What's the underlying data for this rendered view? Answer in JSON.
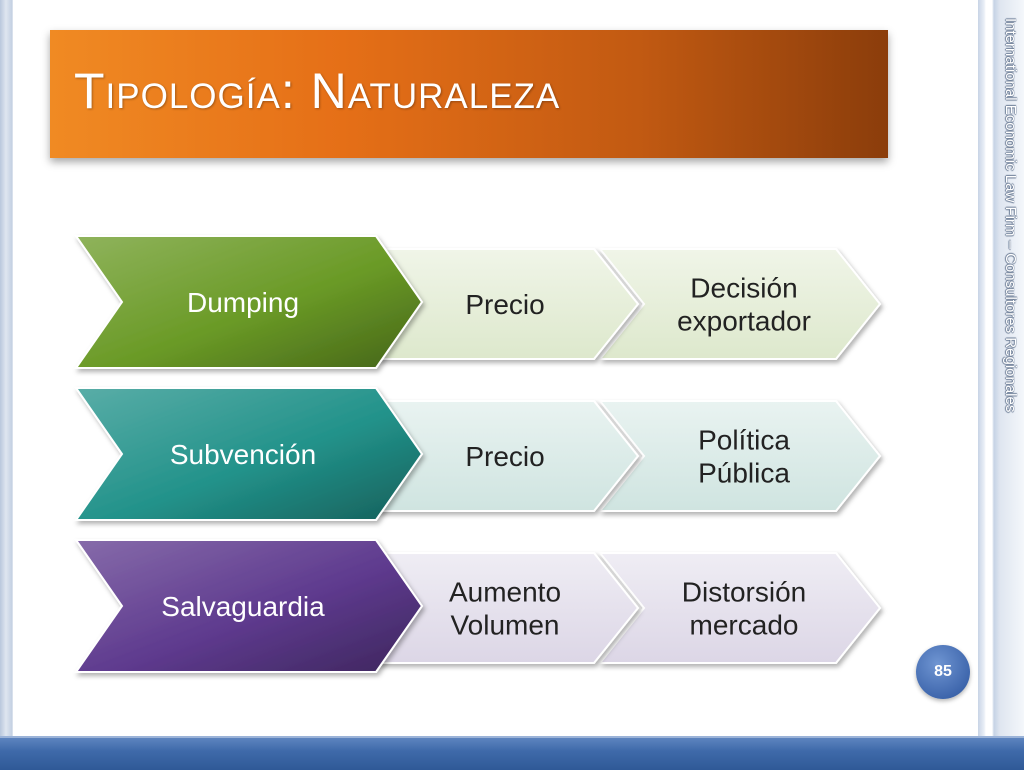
{
  "title": "Tipología: Naturaleza",
  "side_text": "International Economic Law Firm – Consultores Regionales",
  "page_number": "85",
  "rows": [
    {
      "head": {
        "lines": [
          "Dumping"
        ],
        "color": "#6a9a26"
      },
      "steps": [
        {
          "lines": [
            "Precio"
          ]
        },
        {
          "lines": [
            "Decisión",
            "exportador"
          ]
        }
      ],
      "tint": "#dde8cc"
    },
    {
      "head": {
        "lines": [
          "Subvención"
        ],
        "color": "#22928a"
      },
      "steps": [
        {
          "lines": [
            "Precio"
          ]
        },
        {
          "lines": [
            "Política",
            "Pública"
          ]
        }
      ],
      "tint": "#cfe4e0"
    },
    {
      "head": {
        "lines": [
          "Salvaguardia"
        ],
        "color": "#5e3a8e"
      },
      "steps": [
        {
          "lines": [
            "Aumento",
            "Volumen"
          ]
        },
        {
          "lines": [
            "Distorsión",
            "mercado"
          ]
        }
      ],
      "tint": "#dcd6e6"
    }
  ]
}
